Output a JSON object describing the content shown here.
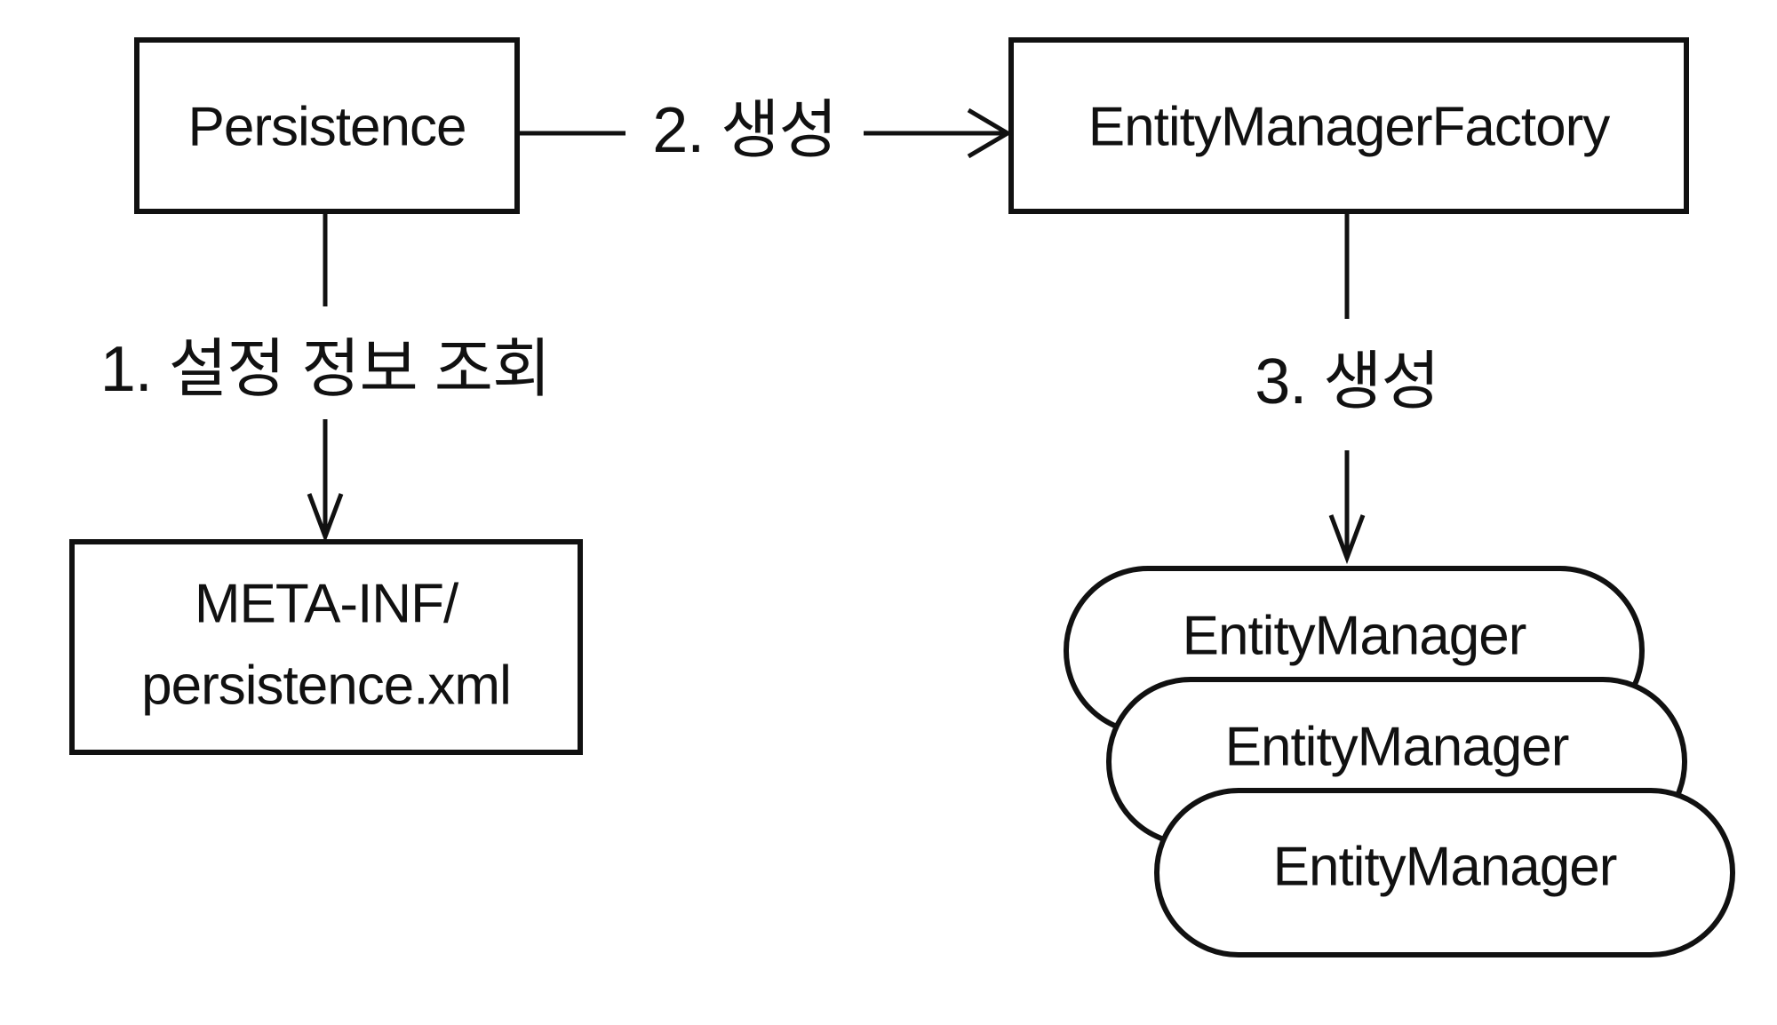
{
  "page": {
    "background_color": "#ffffff",
    "stroke_color": "#111111"
  },
  "diagram": {
    "nodes": {
      "persistence": {
        "label": "Persistence"
      },
      "entity_manager_factory": {
        "label": "EntityManagerFactory"
      },
      "persistence_xml": {
        "line1": "META-INF/",
        "line2": "persistence.xml"
      },
      "entity_managers": [
        {
          "label": "EntityManager"
        },
        {
          "label": "EntityManager"
        },
        {
          "label": "EntityManager"
        }
      ]
    },
    "edges": {
      "lookup_config": {
        "label": "1. 설정 정보 조회",
        "from": "Persistence",
        "to": "META-INF/persistence.xml"
      },
      "create_factory": {
        "label": "2. 생성",
        "from": "Persistence",
        "to": "EntityManagerFactory"
      },
      "create_managers": {
        "label": "3. 생성",
        "from": "EntityManagerFactory",
        "to": "EntityManager"
      }
    }
  }
}
